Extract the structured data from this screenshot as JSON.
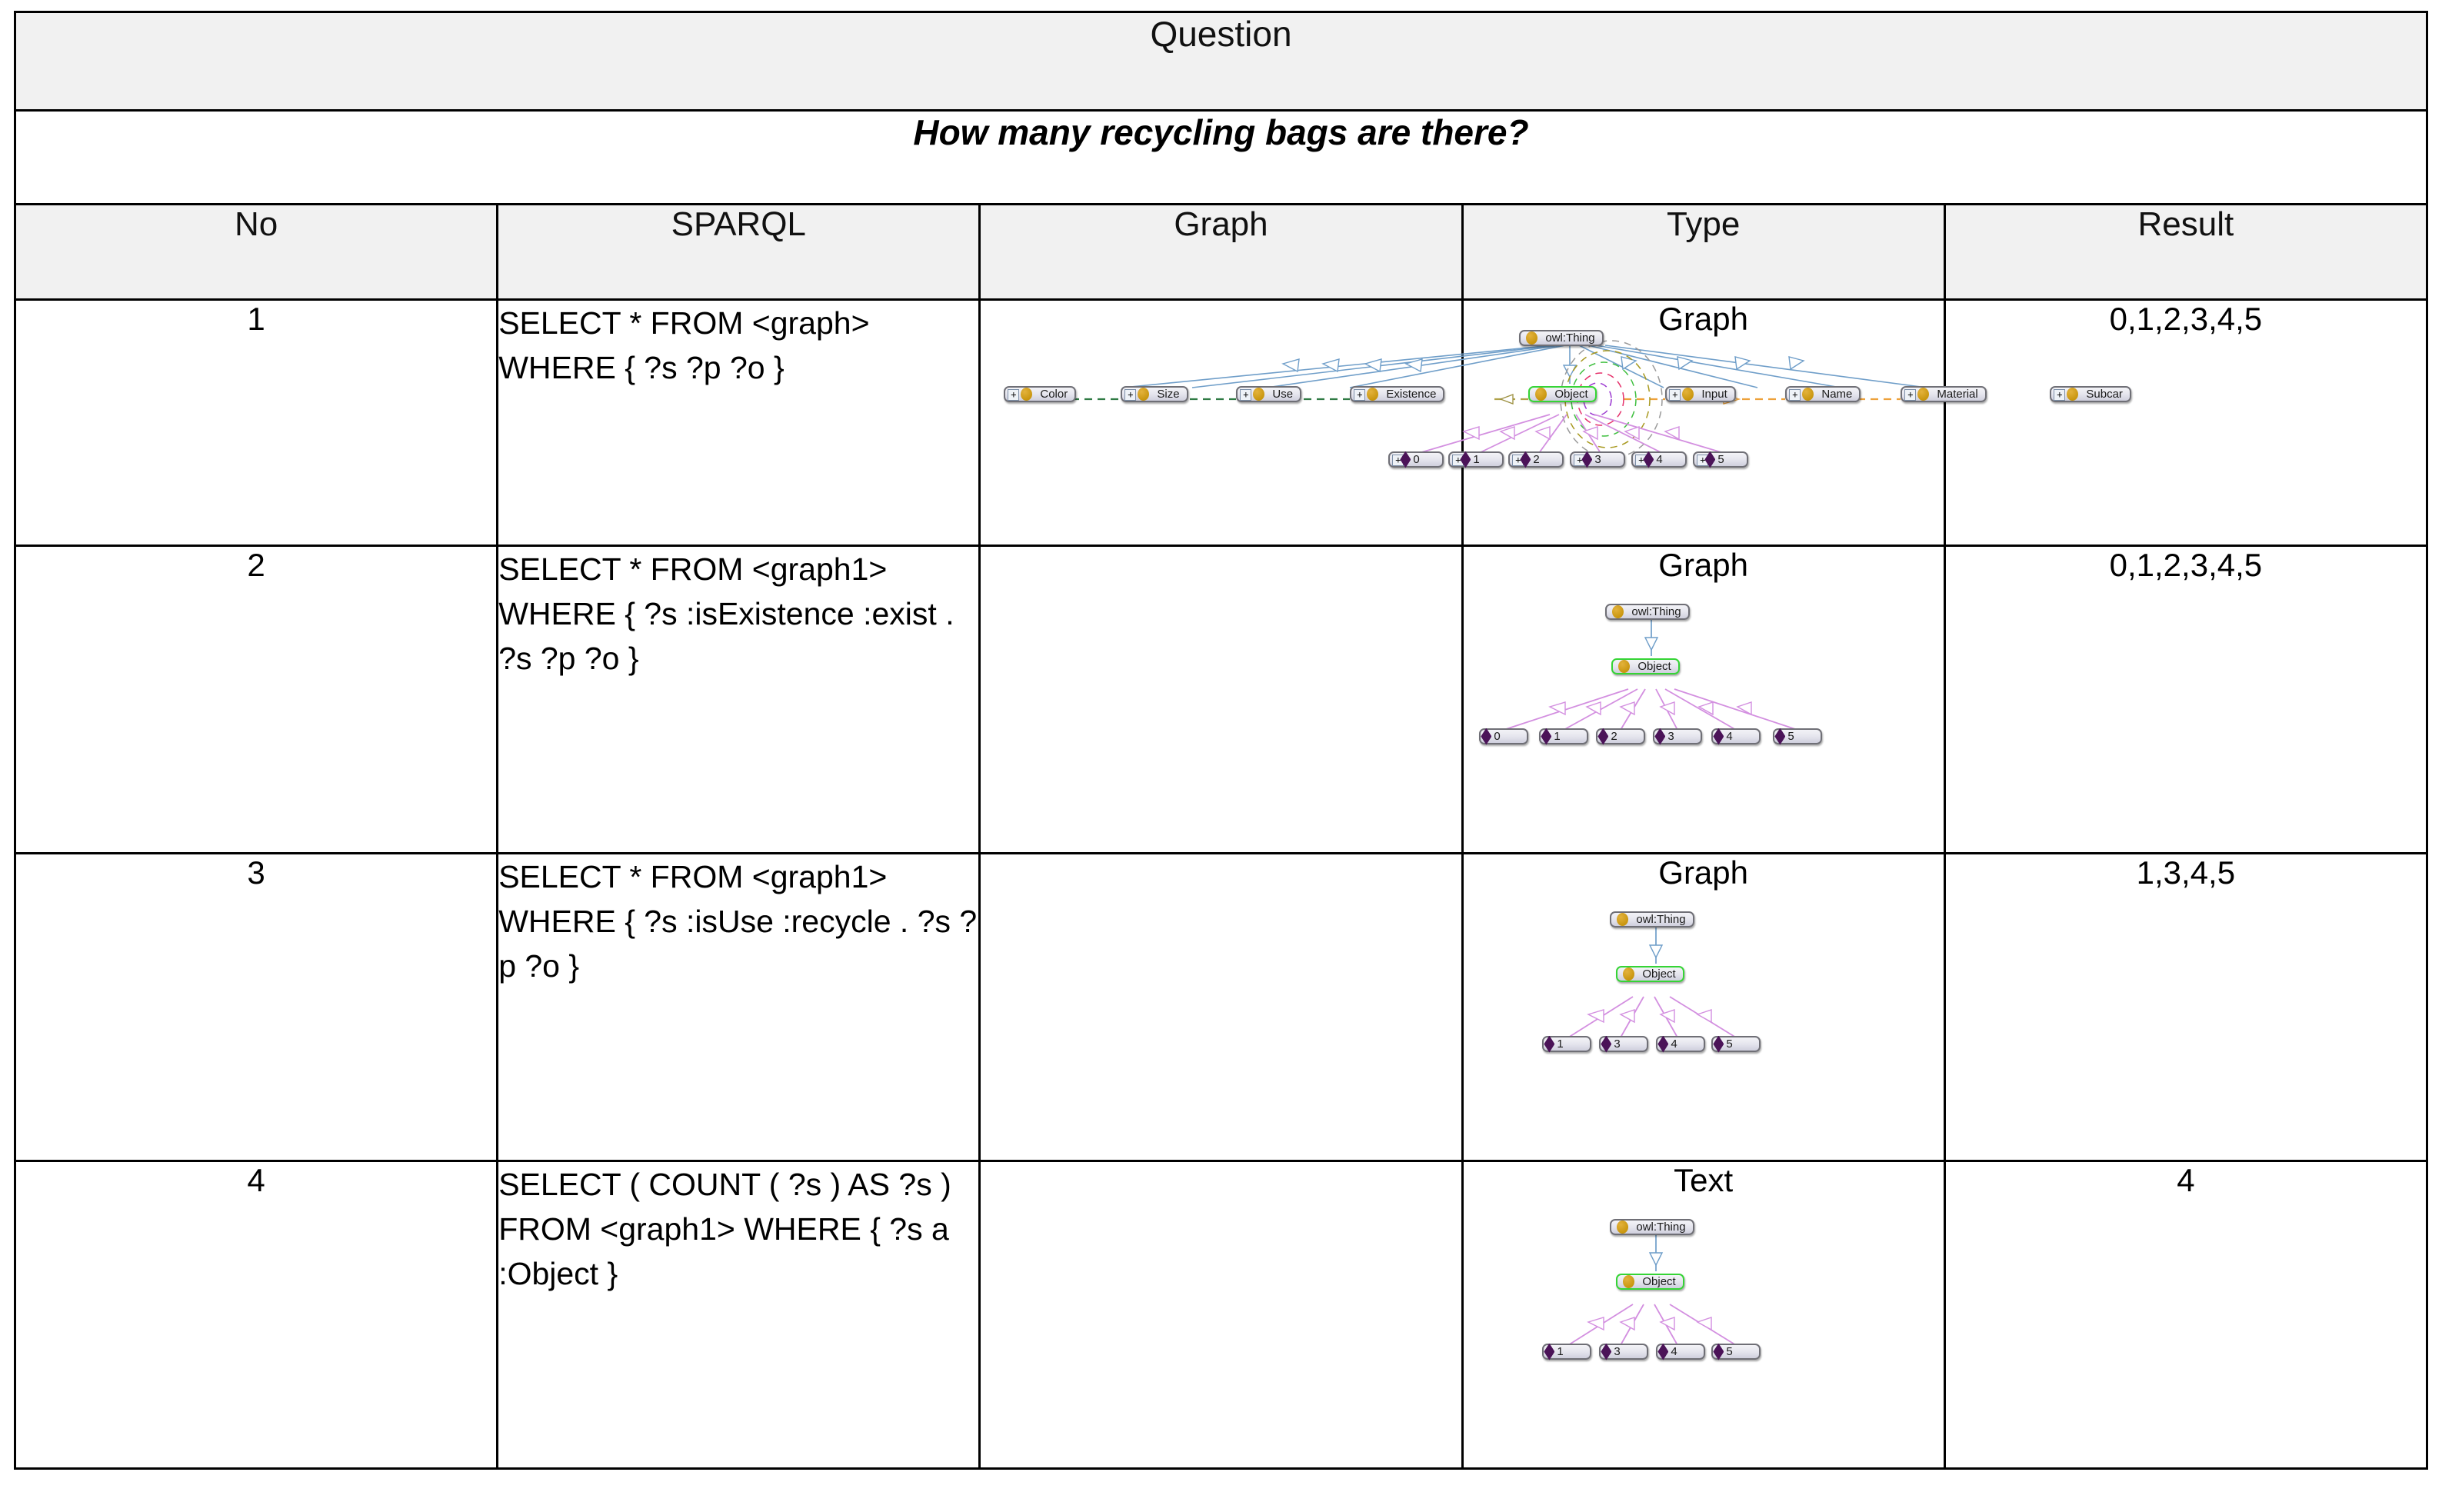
{
  "header": {
    "question_label": "Question",
    "question_text": "How many recycling bags are there?"
  },
  "columns": {
    "no": "No",
    "sparql": "SPARQL",
    "graph": "Graph",
    "type": "Type",
    "result": "Result"
  },
  "rows": [
    {
      "no": "1",
      "sparql": "SELECT * FROM <graph> WHERE { ?s ?p ?o }",
      "type": "Graph",
      "result": "0,1,2,3,4,5"
    },
    {
      "no": "2",
      "sparql": "SELECT * FROM <graph1> WHERE { ?s :isExistence :exist . ?s ?p ?o }",
      "type": "Graph",
      "result": "0,1,2,3,4,5"
    },
    {
      "no": "3",
      "sparql": "SELECT * FROM <graph1> WHERE { ?s :isUse :recycle . ?s ?p ?o }",
      "type": "Graph",
      "result": "1,3,4,5"
    },
    {
      "no": "4",
      "sparql": "SELECT ( COUNT ( ?s ) AS ?s ) FROM <graph1> WHERE { ?s a :Object }",
      "type": "Text",
      "result": "4"
    }
  ],
  "graphs": [
    {
      "root": "owl:Thing",
      "classes": [
        "Color",
        "Size",
        "Use",
        "Existence",
        "Object",
        "Input",
        "Name",
        "Material",
        "Subcar"
      ],
      "highlighted_class": "Object",
      "instances": [
        "0",
        "1",
        "2",
        "3",
        "4",
        "5"
      ],
      "expand_icon": "+"
    },
    {
      "root": "owl:Thing",
      "classes": [
        "Object"
      ],
      "highlighted_class": "Object",
      "instances": [
        "0",
        "1",
        "2",
        "3",
        "4",
        "5"
      ],
      "expand_icon": "+"
    },
    {
      "root": "owl:Thing",
      "classes": [
        "Object"
      ],
      "highlighted_class": "Object",
      "instances": [
        "1",
        "3",
        "4",
        "5"
      ],
      "expand_icon": "+"
    },
    {
      "root": "owl:Thing",
      "classes": [
        "Object"
      ],
      "highlighted_class": "Object",
      "instances": [
        "1",
        "3",
        "4",
        "5"
      ],
      "expand_icon": "+"
    }
  ],
  "colors": {
    "subclass_edge": "#6f9ec9",
    "instance_edge": "#d38fe0",
    "property_edge_green": "#2f7a43",
    "property_edge_orange": "#eda13a",
    "highlight_border": "#35d435",
    "class_glyph": "#c9960f",
    "instance_glyph": "#4b1358",
    "header_bg": "#f1f1f1",
    "border": "#000000"
  }
}
